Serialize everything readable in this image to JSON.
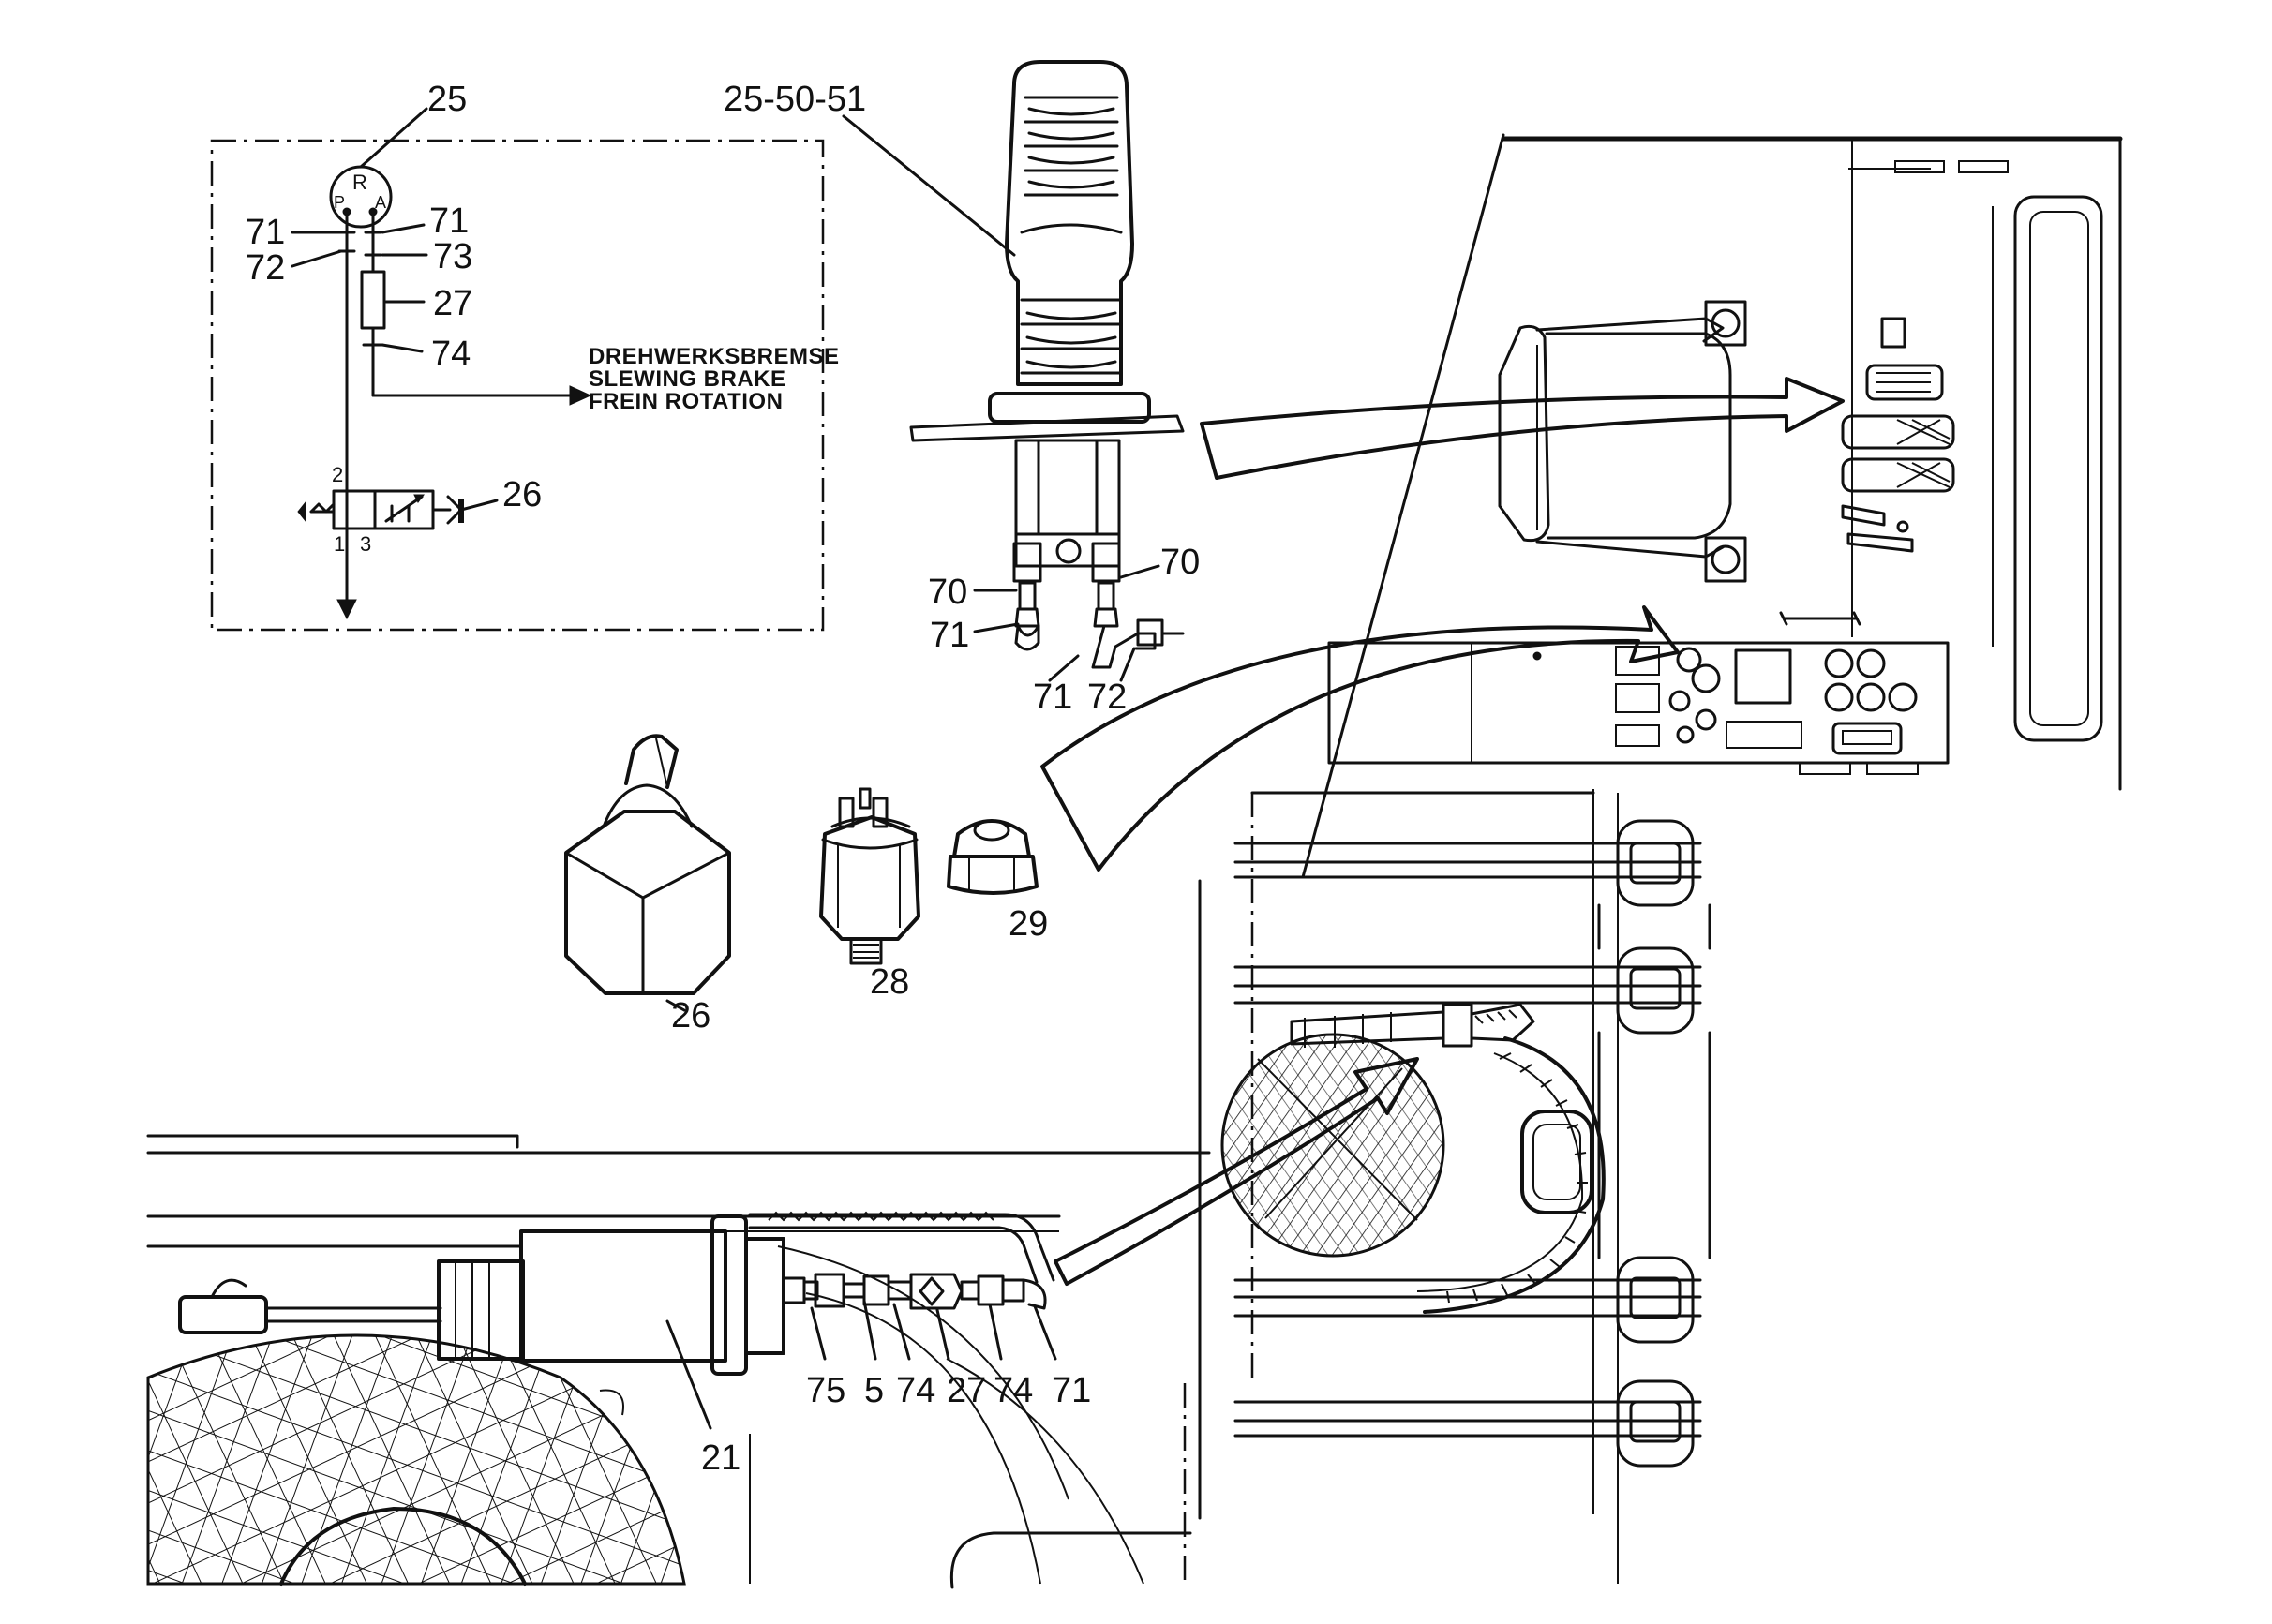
{
  "labels": {
    "schematic_25": "25",
    "sch_71_left": "71",
    "sch_71_right": "71",
    "sch_72": "72",
    "sch_73": "73",
    "sch_27": "27",
    "sch_74": "74",
    "sch_26": "26",
    "port_r": "R",
    "port_p": "P",
    "port_a": "A",
    "port_2": "2",
    "port_1": "1",
    "port_3": "3",
    "joystick_25_50_51": "25-50-51",
    "joy_70_left": "70",
    "joy_70_right": "70",
    "joy_71_left": "71",
    "joy_71_bottom": "71",
    "joy_72": "72",
    "part_26": "26",
    "part_28": "28",
    "part_29": "29",
    "cyl_21": "21",
    "cyl_75": "75",
    "cyl_5": "5",
    "cyl_74_a": "74",
    "cyl_27": "27",
    "cyl_74_b": "74",
    "cyl_71": "71"
  },
  "note": {
    "line1": "DREHWERKSBREMSE",
    "line2": "SLEWING BRAKE",
    "line3": "FREIN ROTATION"
  }
}
